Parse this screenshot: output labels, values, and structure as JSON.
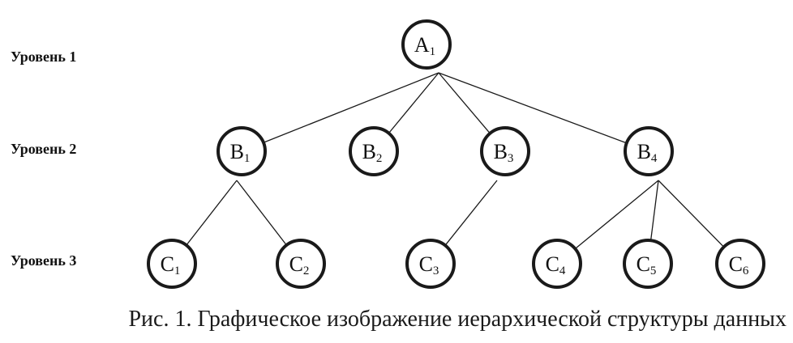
{
  "levels": [
    {
      "id": "level-1",
      "label": "Уровень 1"
    },
    {
      "id": "level-2",
      "label": "Уровень 2"
    },
    {
      "id": "level-3",
      "label": "Уровень 3"
    }
  ],
  "nodes": [
    {
      "id": "a1",
      "letter": "A",
      "index": "1",
      "level": 1
    },
    {
      "id": "b1",
      "letter": "B",
      "index": "1",
      "level": 2
    },
    {
      "id": "b2",
      "letter": "B",
      "index": "2",
      "level": 2
    },
    {
      "id": "b3",
      "letter": "B",
      "index": "3",
      "level": 2
    },
    {
      "id": "b4",
      "letter": "B",
      "index": "4",
      "level": 2
    },
    {
      "id": "c1",
      "letter": "C",
      "index": "1",
      "level": 3
    },
    {
      "id": "c2",
      "letter": "C",
      "index": "2",
      "level": 3
    },
    {
      "id": "c3",
      "letter": "C",
      "index": "3",
      "level": 3
    },
    {
      "id": "c4",
      "letter": "C",
      "index": "4",
      "level": 3
    },
    {
      "id": "c5",
      "letter": "C",
      "index": "5",
      "level": 3
    },
    {
      "id": "c6",
      "letter": "C",
      "index": "6",
      "level": 3
    }
  ],
  "edges": [
    [
      "a1",
      "b1"
    ],
    [
      "a1",
      "b2"
    ],
    [
      "a1",
      "b3"
    ],
    [
      "a1",
      "b4"
    ],
    [
      "b1",
      "c1"
    ],
    [
      "b1",
      "c2"
    ],
    [
      "b3",
      "c3"
    ],
    [
      "b4",
      "c4"
    ],
    [
      "b4",
      "c5"
    ],
    [
      "b4",
      "c6"
    ]
  ],
  "caption": "Рис. 1. Графическое изображение иерархической структуры данных"
}
